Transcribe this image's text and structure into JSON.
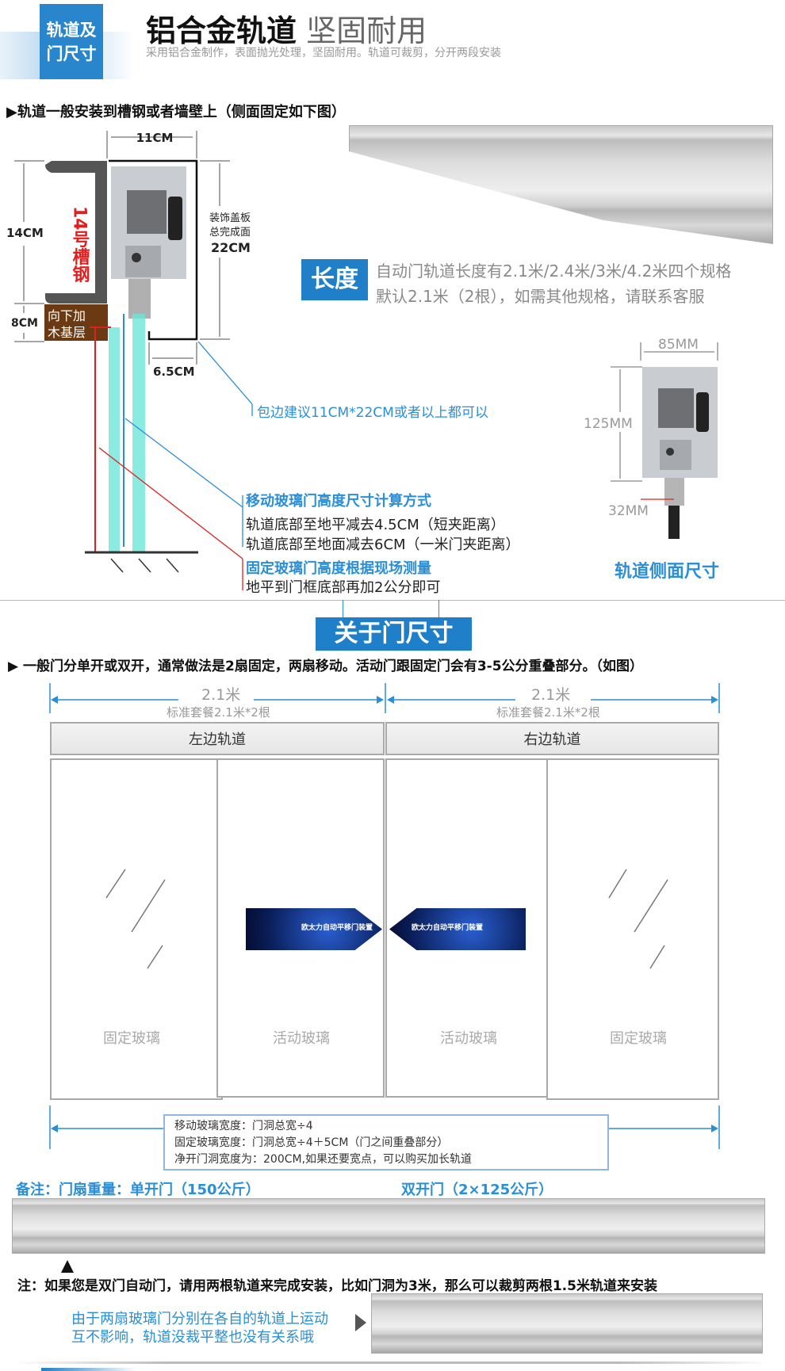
{
  "header": {
    "badge_line1": "轨道及",
    "badge_line2": "门尺寸",
    "title_bold": "铝合金轨道",
    "title_light": "坚固耐用",
    "subtitle": "采用铝合金制作，表面抛光处理，坚固耐用。轨道可裁剪，分开两段安装"
  },
  "section1": {
    "heading": "▶轨道一般安装到槽钢或者墙壁上（侧面固定如下图）",
    "diagram": {
      "width_label": "11CM",
      "height_label": "14CM",
      "channel_label": "14号槽钢",
      "wood_height": "8CM",
      "wood_line1": "向下加",
      "wood_line2": "木基层",
      "cover_line1": "装饰盖板",
      "cover_line2": "总完成面",
      "cover_size": "22CM",
      "gap_label": "6.5CM"
    },
    "wrap_note": "包边建议11CM*22CM或者以上都可以",
    "length_badge": "长度",
    "length_line1": "自动门轨道长度有2.1米/2.4米/3米/4.2米四个规格",
    "length_line2": "默认2.1米（2根），如需其他规格，请联系客服",
    "moving_title": "移动玻璃门高度尺寸计算方式",
    "moving_line1": "轨道底部至地平减去4.5CM（短夹距离）",
    "moving_line2": "轨道底部至地面减去6CM（一米门夹距离）",
    "fixed_title": "固定玻璃门高度根据现场测量",
    "fixed_line1": "地平到门框底部再加2公分即可",
    "side": {
      "width": "85MM",
      "height": "125MM",
      "bottom": "32MM",
      "caption": "轨道侧面尺寸"
    }
  },
  "section2": {
    "banner": "关于门尺寸",
    "heading": "▶ 一般门分单开或双开，通常做法是2扇固定，两扇移动。活动门跟固定门会有3-5公分重叠部分。（如图）",
    "left_dim": "2.1米",
    "left_sub": "标准套餐2.1米*2根",
    "right_dim": "2.1米",
    "right_sub": "标准套餐2.1米*2根",
    "left_track": "左边轨道",
    "right_track": "右边轨道",
    "panels": [
      "固定玻璃",
      "活动玻璃",
      "活动玻璃",
      "固定玻璃"
    ],
    "sign_title": "欧太力自动平移门装置",
    "info": [
      "移动玻璃宽度：门洞总宽÷4",
      "固定玻璃宽度：门洞总宽÷4＋5CM（门之间重叠部分）",
      "净开门洞宽度为：200CM,如果还要宽点，可以购买加长轨道"
    ],
    "weight_single": "备注：门扇重量：单开门（150公斤）",
    "weight_double": "双开门（2×125公斤）",
    "note": "注：如果您是双门自动门，请用两根轨道来完成安装，比如门洞为3米，那么可以裁剪两根1.5米轨道来安装",
    "blue_note1": "由于两扇玻璃门分别在各自的轨道上运动",
    "blue_note2": "互不影响，轨道没裁平整也没有关系哦"
  },
  "colors": {
    "accent": "#2a8fd6",
    "badge": "#1f7fc8",
    "red": "#e0201f",
    "wood": "#6b3a12",
    "teal": "#5fe0d2"
  }
}
